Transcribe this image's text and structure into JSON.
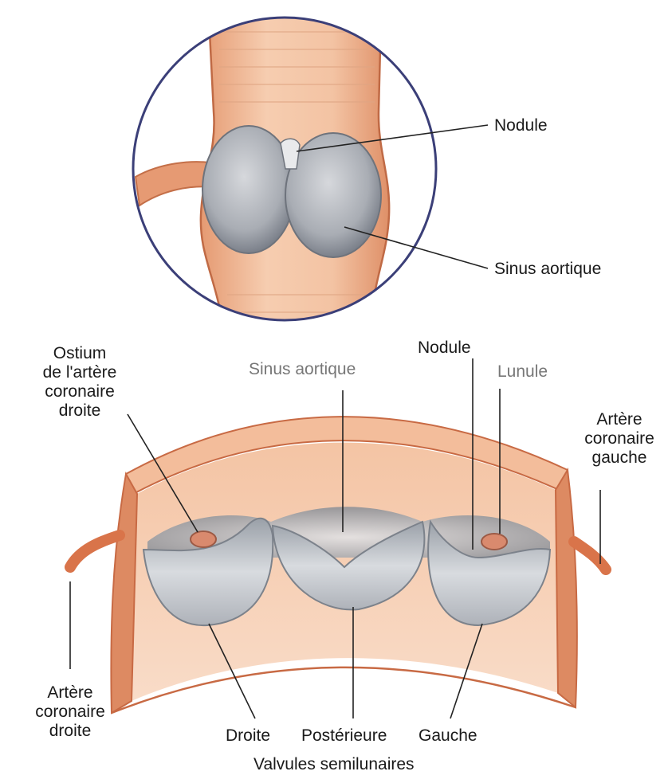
{
  "labels": {
    "top_nodule": "Nodule",
    "top_sinus": "Sinus aortique",
    "ostium": [
      "Ostium",
      "de l'artère",
      "coronaire",
      "droite"
    ],
    "sinus": "Sinus aortique",
    "nodule": "Nodule",
    "lunule": "Lunule",
    "left_coronary": [
      "Artère",
      "coronaire",
      "gauche"
    ],
    "right_coronary": [
      "Artère",
      "coronaire",
      "droite"
    ],
    "cusp_right": "Droite",
    "cusp_posterior": "Postérieure",
    "cusp_left": "Gauche",
    "valves_caption": "Valvules semilunaires"
  },
  "colors": {
    "wall": "#f0b896",
    "wall_dark": "#d9805a",
    "wall_edge": "#c86a44",
    "cusp": "#c9ccd2",
    "cusp_dark": "#8d939c",
    "circle": "#3b3f78",
    "leader": "#222222"
  }
}
